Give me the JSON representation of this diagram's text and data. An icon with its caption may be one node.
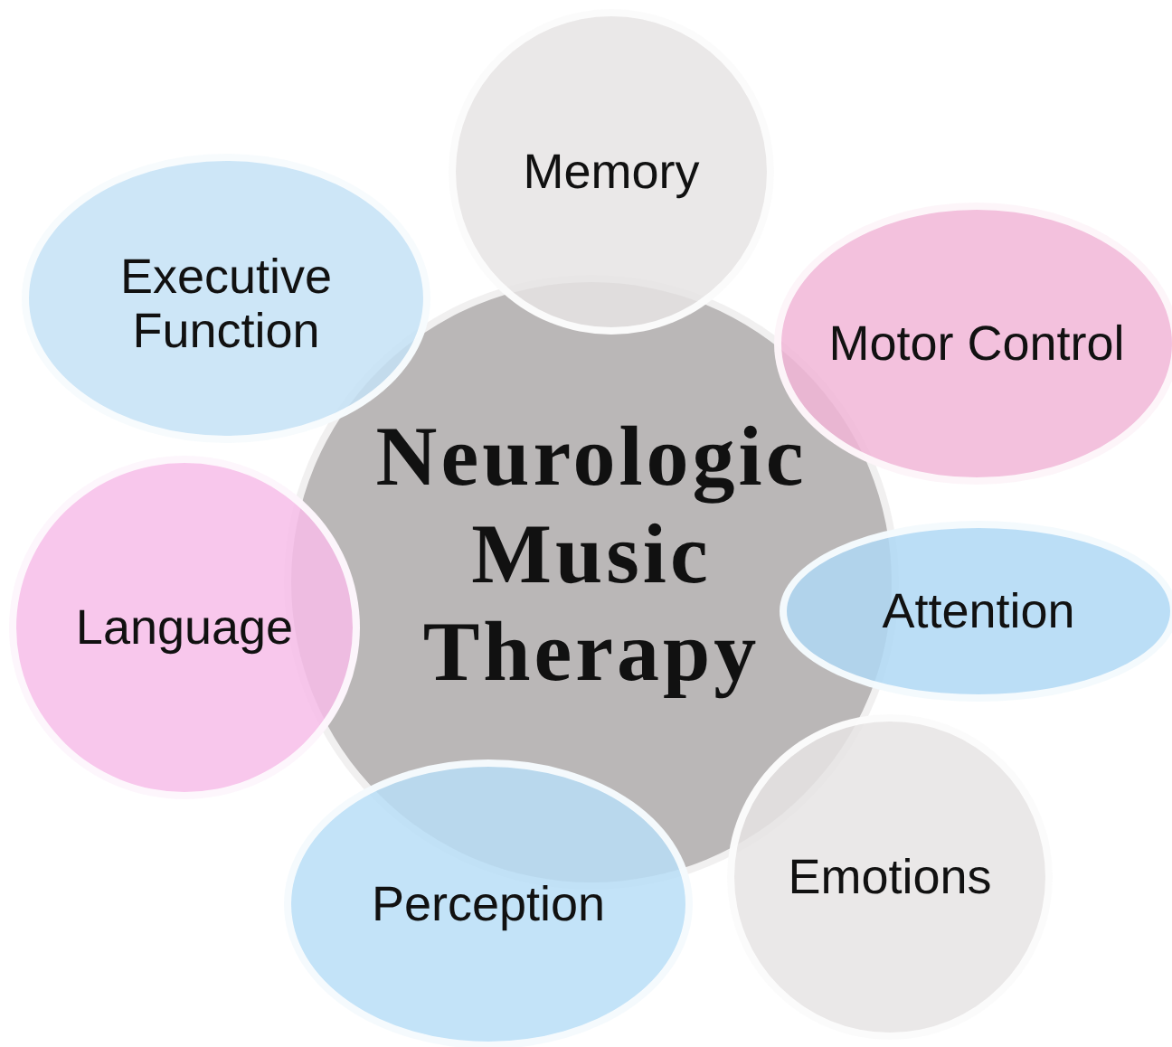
{
  "diagram": {
    "nodes": [
      {
        "text": [
          "Neurologic Music Therapy"
        ]
      },
      {
        "text": [
          "Memory"
        ]
      },
      {
        "text": [
          "Executive Function"
        ]
      },
      {
        "text": [
          "Motor Control"
        ]
      },
      {
        "text": [
          "Language"
        ]
      },
      {
        "text": [
          "Attention"
        ]
      },
      {
        "text": [
          "Perception"
        ]
      },
      {
        "text": [
          "Emotions"
        ]
      }
    ]
  }
}
